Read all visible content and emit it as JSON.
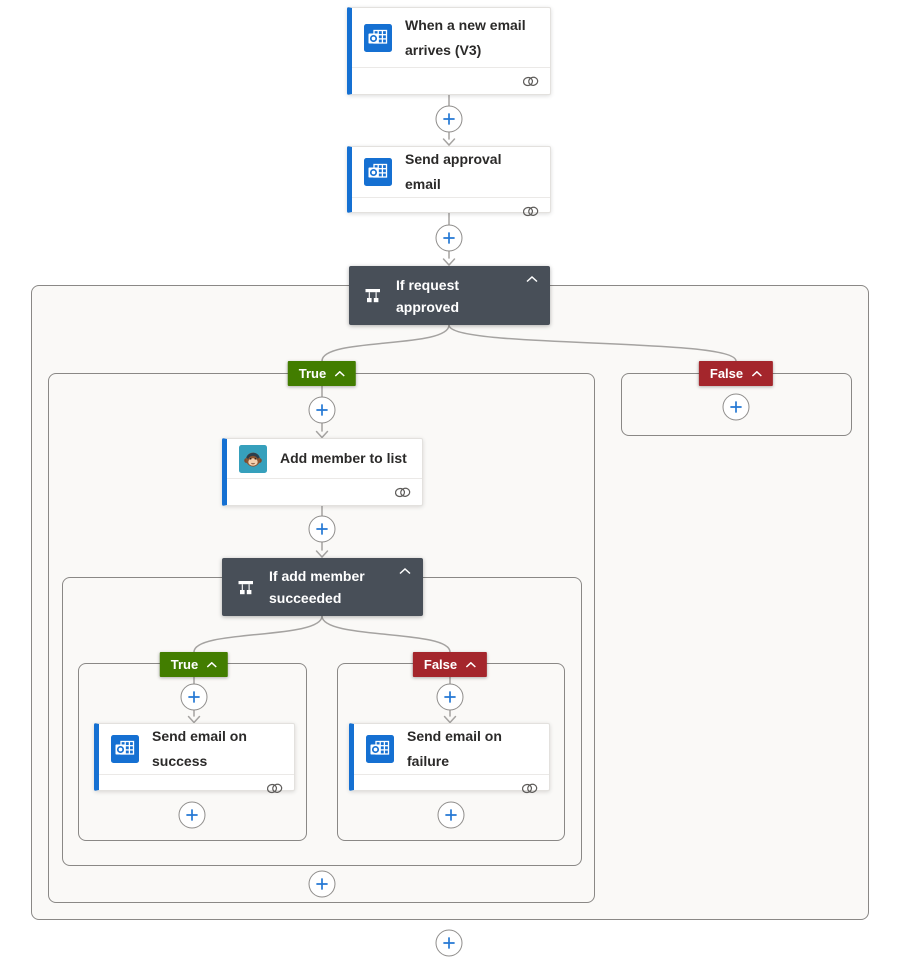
{
  "flow": {
    "trigger": {
      "title": "When a new email arrives (V3)"
    },
    "send_approval": {
      "title": "Send approval email"
    },
    "condition_request": {
      "title": "If request approved"
    },
    "add_member": {
      "title": "Add member to list"
    },
    "condition_add_member": {
      "title": "If add member succeeded"
    },
    "send_success": {
      "title": "Send email on success"
    },
    "send_failure": {
      "title": "Send email on failure"
    },
    "branch_labels": {
      "true": "True",
      "false": "False"
    }
  },
  "icons": {
    "trigger": "outlook-icon",
    "send_approval": "outlook-icon",
    "add_member": "mailchimp-icon",
    "send_success": "outlook-icon",
    "send_failure": "outlook-icon",
    "condition": "condition-branch-icon",
    "card_footer": "connection-link-icon",
    "insert_step": "plus-icon",
    "collapse": "chevron-up-icon"
  },
  "colors": {
    "action_accent": "#1570d2",
    "condition_bg": "#484f58",
    "true_badge": "#427d00",
    "false_badge": "#a4262c",
    "plus_blue": "#2478d4",
    "connector_line": "#a5a3a1",
    "scope_bg": "#faf9f7",
    "scope_border": "#8a8886",
    "mailchimp_teal": "#36a0bc"
  }
}
